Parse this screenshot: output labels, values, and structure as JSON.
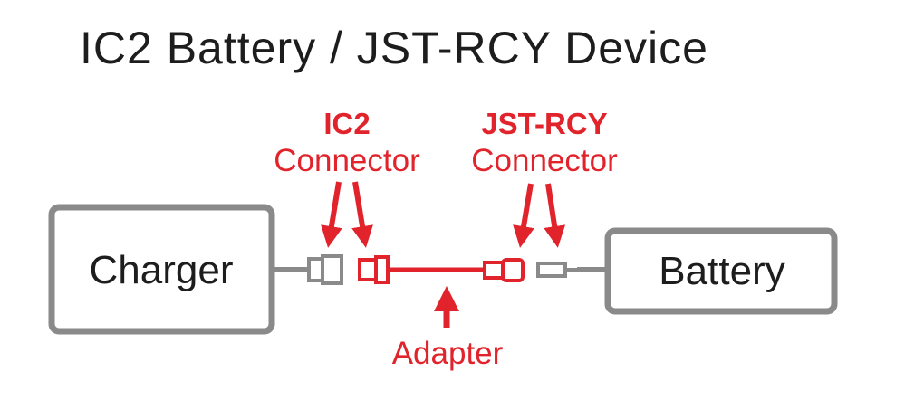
{
  "title": "IC2 Battery / JST-RCY Device",
  "charger_label": "Charger",
  "battery_label": "Battery",
  "ic2_callout": {
    "line1": "IC2",
    "line2": "Connector"
  },
  "jst_callout": {
    "line1": "JST-RCY",
    "line2": "Connector"
  },
  "adapter_label": "Adapter",
  "colors": {
    "accent_red": "#e1242b",
    "device_gray": "#8a8a8a",
    "text_dark": "#1d1d1d"
  }
}
